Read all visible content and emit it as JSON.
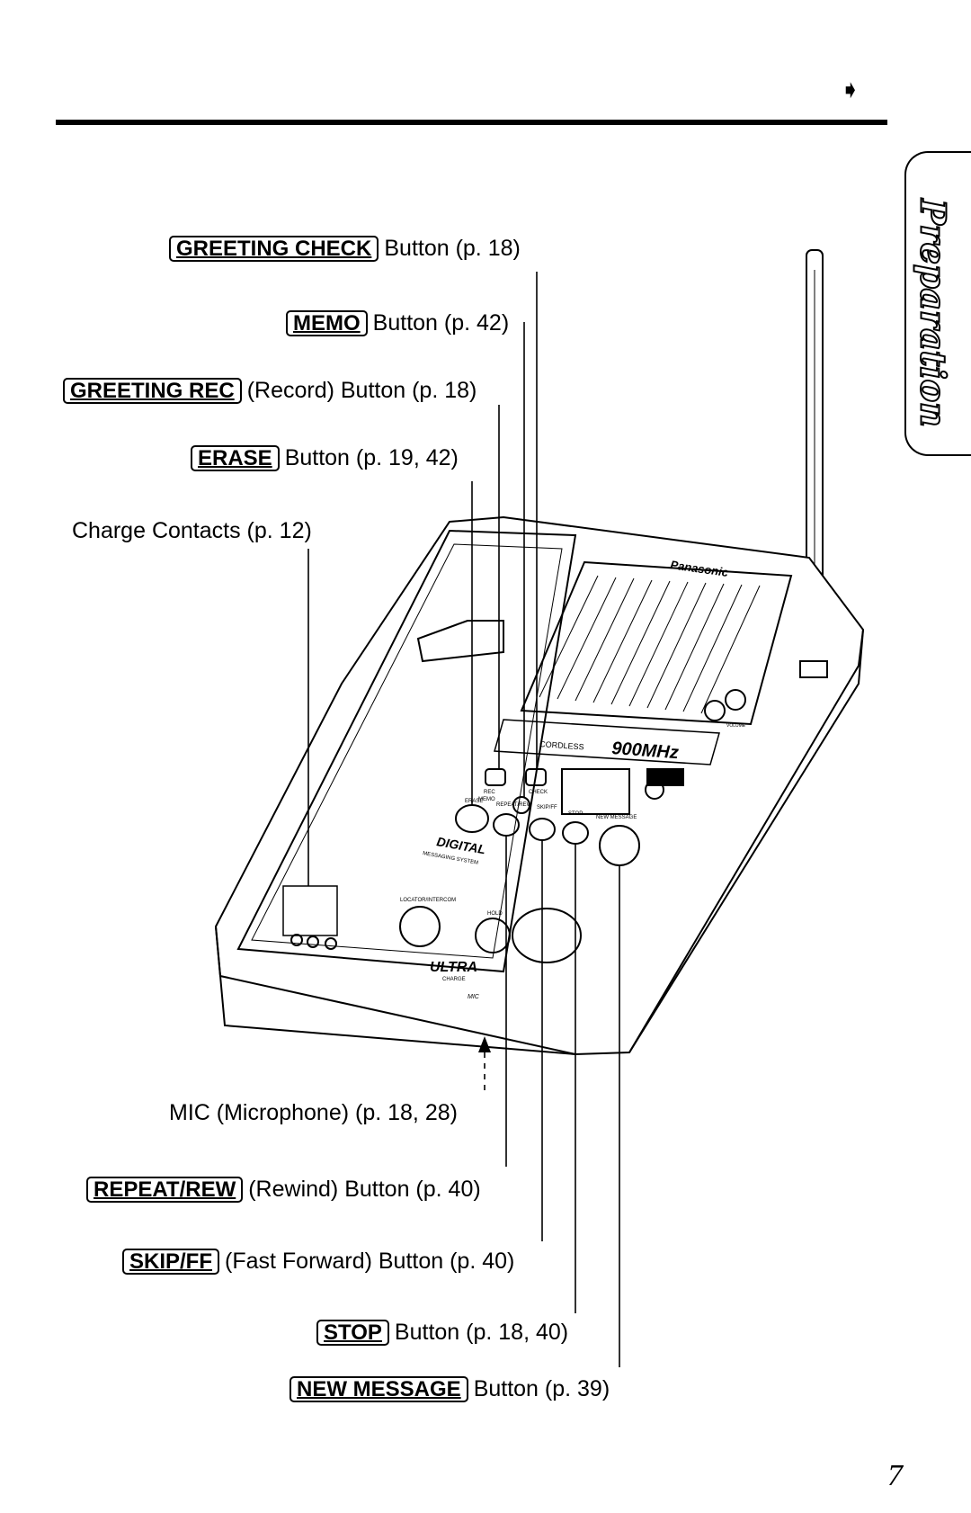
{
  "header": {
    "continue_marker": "➧"
  },
  "side_tab": {
    "label": "Preparation"
  },
  "callouts_top": [
    {
      "key": "GREETING CHECK",
      "text": "Button (p. 18)"
    },
    {
      "key": "MEMO",
      "text": "Button (p. 42)"
    },
    {
      "key": "GREETING REC",
      "text": "(Record) Button (p. 18)"
    },
    {
      "key": "ERASE",
      "text": "Button (p. 19, 42)"
    },
    {
      "key": "",
      "text": "Charge Contacts (p. 12)"
    }
  ],
  "callouts_bottom": [
    {
      "key": "",
      "text": "MIC (Microphone) (p. 18, 28)"
    },
    {
      "key": "REPEAT/REW",
      "text": "(Rewind) Button (p. 40)"
    },
    {
      "key": "SKIP/FF",
      "text": "(Fast Forward) Button (p. 40)"
    },
    {
      "key": "STOP",
      "text": "Button (p. 18, 40)"
    },
    {
      "key": "NEW MESSAGE",
      "text": "Button (p. 39)"
    }
  ],
  "device_labels": {
    "brand": "Panasonic",
    "cordless": "CORDLESS",
    "frequency": "900MHz",
    "digital": "DIGITAL",
    "messaging": "MESSAGING SYSTEM",
    "erase": "ERASE",
    "repeat": "REPEAT/REW",
    "skip": "SKIP/FF",
    "stop": "STOP",
    "new_message": "NEW MESSAGE",
    "memo": "MEMO",
    "rec": "REC",
    "check": "CHECK",
    "volume": "VOLUME",
    "locator": "LOCATOR/INTERCOM",
    "hold": "HOLD",
    "ultra": "ULTRA",
    "charge": "CHARGE",
    "mic": "MIC"
  },
  "footer": {
    "page_number": "7"
  }
}
